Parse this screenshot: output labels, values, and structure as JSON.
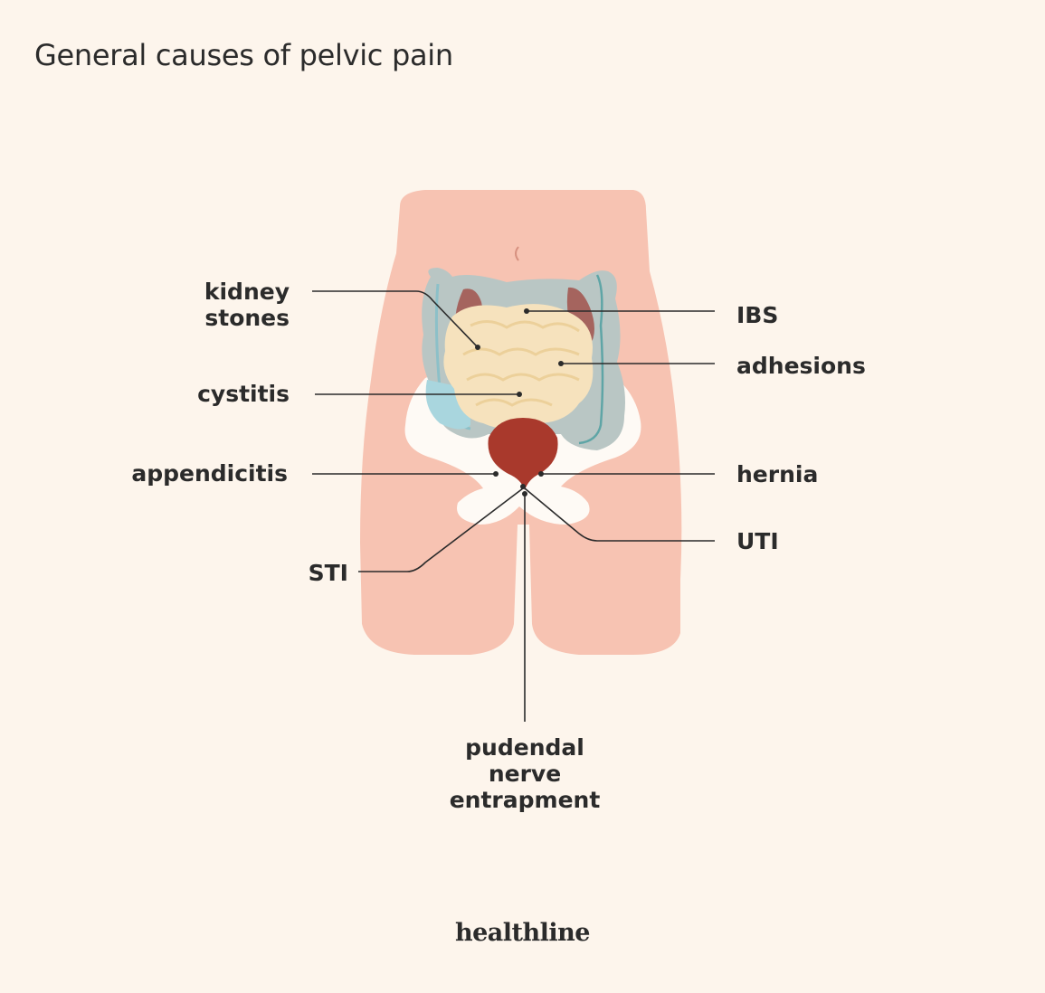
{
  "title": "General causes of pelvic pain",
  "labels": {
    "kidney_stones": "kidney\nstones",
    "cystitis": "cystitis",
    "appendicitis": "appendicitis",
    "sti": "STI",
    "ibs": "IBS",
    "adhesions": "adhesions",
    "hernia": "hernia",
    "uti": "UTI",
    "pudendal": "pudendal\nnerve\nentrapment"
  },
  "brand": "healthline",
  "colors": {
    "background": "#fdf5ec",
    "skin": "#f7c3b2",
    "bone": "#fefaf5",
    "colon": "#b9c6c4",
    "colon_shadow": "#a9d6de",
    "small_intestine": "#f6e2bd",
    "kidney": "#a5645e",
    "bladder": "#a9392c",
    "leader_line": "#2b2b2b"
  }
}
